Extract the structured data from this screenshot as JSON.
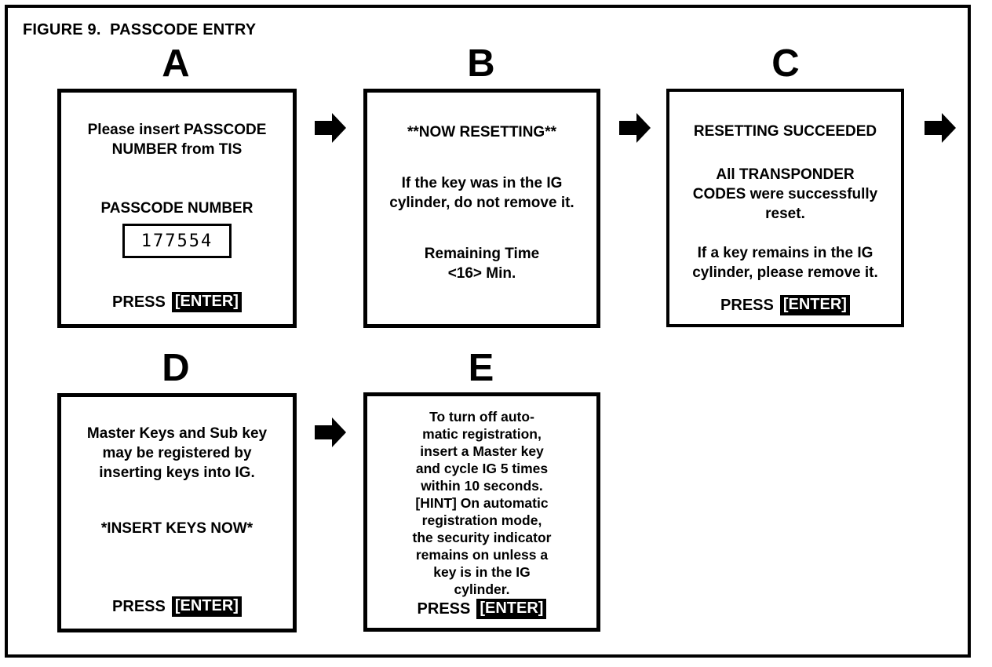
{
  "figure": {
    "title": "FIGURE 9.  PASSCODE ENTRY",
    "frame_color": "#000000",
    "background_color": "#ffffff",
    "text_color": "#000000"
  },
  "common": {
    "press_word": "PRESS",
    "enter_key_label": "[ENTER]",
    "arrow_icon": "arrow-right-icon"
  },
  "panels": [
    {
      "letter": "A",
      "lines": [
        "Please insert PASSCODE",
        "NUMBER from TIS"
      ],
      "field_label": "PASSCODE NUMBER",
      "field_value": "177554",
      "has_press_enter": true
    },
    {
      "letter": "B",
      "heading": "**NOW RESETTING**",
      "body": [
        "If the key was in the IG",
        "cylinder, do not remove it."
      ],
      "footer": [
        "Remaining Time",
        "<16> Min."
      ],
      "remaining_time_value": "16",
      "remaining_time_unit": "Min.",
      "has_press_enter": false
    },
    {
      "letter": "C",
      "heading": "RESETTING SUCCEEDED",
      "body": [
        "All TRANSPONDER",
        "CODES were successfully",
        "reset."
      ],
      "footer": [
        "If a key remains in the IG",
        "cylinder, please remove it."
      ],
      "has_press_enter": true
    },
    {
      "letter": "D",
      "body": [
        "Master Keys and Sub key",
        "may be registered by",
        "inserting keys into IG."
      ],
      "footer": [
        "*INSERT KEYS NOW*"
      ],
      "has_press_enter": true
    },
    {
      "letter": "E",
      "body": [
        "To turn off auto-",
        "matic registration,",
        "insert a Master key",
        "and cycle IG 5 times",
        "within 10 seconds.",
        "[HINT] On automatic",
        "registration mode,",
        "the security indicator",
        "remains on unless a",
        "key is in the IG",
        "cylinder."
      ],
      "has_press_enter": true
    }
  ],
  "text": {
    "a_line1": "Please insert PASSCODE",
    "a_line2": "NUMBER from TIS",
    "a_field_label": "PASSCODE NUMBER",
    "a_field_value": "177554",
    "b_heading": "**NOW RESETTING**",
    "b_body1": "If the key was in the IG",
    "b_body2": "cylinder, do not remove it.",
    "b_foot1": "Remaining Time",
    "b_foot2": "<16> Min.",
    "c_heading": "RESETTING SUCCEEDED",
    "c_body1": "All TRANSPONDER",
    "c_body2": "CODES were successfully",
    "c_body3": "reset.",
    "c_foot1": "If a key remains in the IG",
    "c_foot2": "cylinder, please remove it.",
    "d_body1": "Master Keys and Sub key",
    "d_body2": "may be registered by",
    "d_body3": "inserting keys into IG.",
    "d_foot1": "*INSERT KEYS NOW*",
    "e_l1": "To turn off auto-",
    "e_l2": "matic registration,",
    "e_l3": "insert a Master key",
    "e_l4": "and cycle IG 5 times",
    "e_l5": "within 10 seconds.",
    "e_l6": "[HINT] On automatic",
    "e_l7": "registration mode,",
    "e_l8": "the security indicator",
    "e_l9": "remains on unless a",
    "e_l10": "key is in the IG",
    "e_l11": "cylinder.",
    "letter_a": "A",
    "letter_b": "B",
    "letter_c": "C",
    "letter_d": "D",
    "letter_e": "E",
    "press": "PRESS",
    "enter": "[ENTER]"
  }
}
